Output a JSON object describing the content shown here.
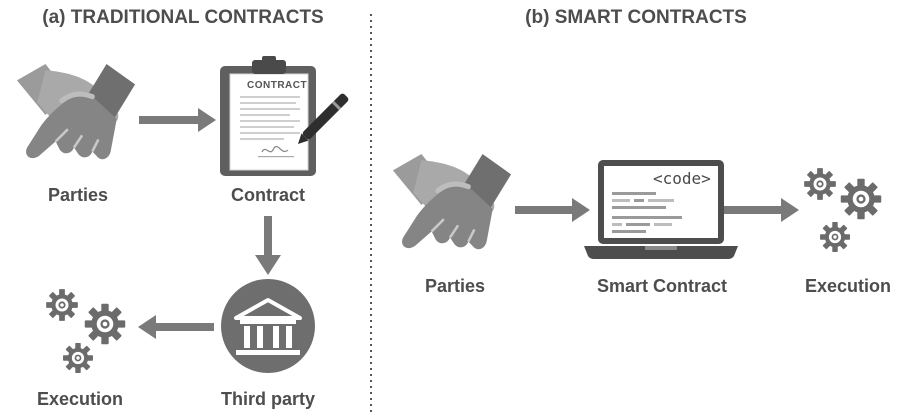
{
  "left": {
    "title": "(a) TRADITIONAL CONTRACTS",
    "parties": "Parties",
    "contract": "Contract",
    "third_party": "Third party",
    "execution": "Execution",
    "contract_doc_word": "CONTRACT"
  },
  "right": {
    "title": "(b) SMART CONTRACTS",
    "parties": "Parties",
    "smart_contract": "Smart Contract",
    "execution": "Execution",
    "code_word": "<code>"
  },
  "icons": {
    "handshake": "handshake-icon",
    "document": "contract-document-icon",
    "bank": "bank-icon",
    "gears": "gears-icon",
    "laptop": "laptop-icon"
  }
}
